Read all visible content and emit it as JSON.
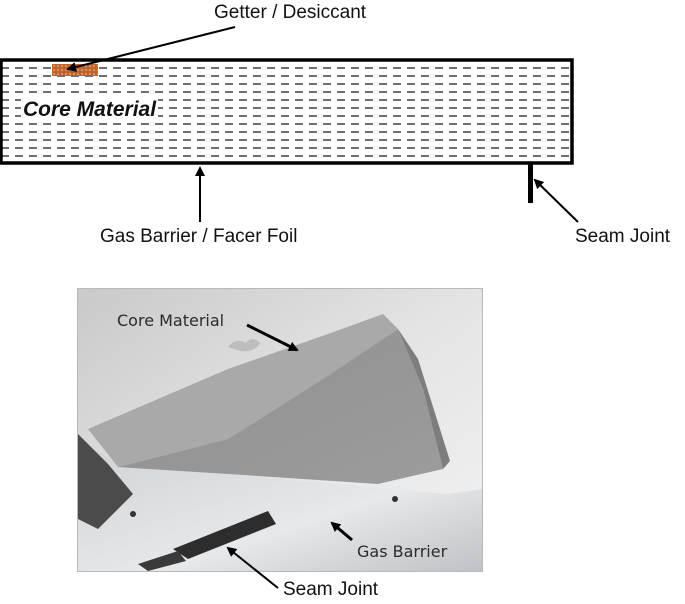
{
  "schematic": {
    "getter_label": "Getter / Desiccant",
    "core_label": "Core Material",
    "barrier_label": "Gas Barrier / Facer Foil",
    "seam_label": "Seam Joint"
  },
  "photo": {
    "core_label": "Core Material",
    "barrier_label": "Gas Barrier",
    "seam_label": "Seam Joint"
  },
  "colors": {
    "getter_fill": "#c0622c",
    "panel_border": "#000000",
    "dash_color": "#333333"
  }
}
